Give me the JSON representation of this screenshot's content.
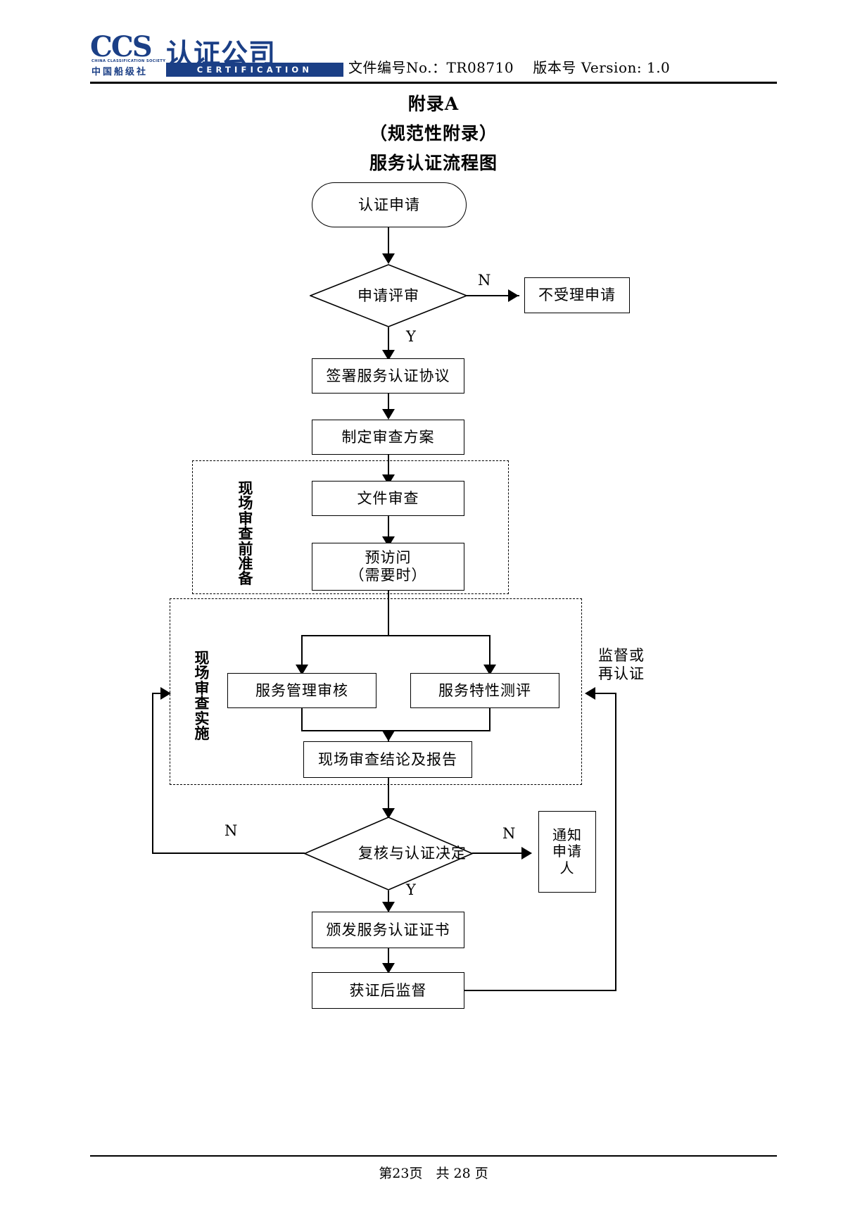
{
  "header": {
    "logo": {
      "mark_text": "CCS",
      "mark_subtitle_en": "CHINA CLASSIFICATION SOCIETY",
      "mark_subtitle_cn": "中国船级社",
      "wordmark_cn": "认证公司",
      "wordmark_en": "CERTIFICATION",
      "brand_color": "#1b3f86",
      "accent_color": "#c8102e"
    },
    "doc_meta": "文件编号No.：TR08710　 版本号 Version: 1.0"
  },
  "titles": {
    "appendix": "附录A",
    "appendix_type": "（规范性附录）",
    "chart_title": "服务认证流程图"
  },
  "flow": {
    "nodes": {
      "apply": "认证申请",
      "review_application": "申请评审",
      "reject": "不受理申请",
      "sign_agreement": "签署服务认证协议",
      "make_plan": "制定审查方案",
      "doc_review": "文件审查",
      "previsit_line1": "预访问",
      "previsit_line2": "（需要时）",
      "service_mgmt_audit": "服务管理审核",
      "service_feature_eval": "服务特性测评",
      "onsite_conclusion": "现场审查结论及报告",
      "decision": "复核与认证决定",
      "notify_applicant": "通知\n申请\n人",
      "notify_l1": "通知",
      "notify_l2": "申请",
      "notify_l3": "人",
      "issue_cert": "颁发服务认证证书",
      "post_cert_supervision": "获证后监督"
    },
    "groups": {
      "pre_onsite": "现场审查前准备",
      "onsite": "现场审查实施"
    },
    "edge_labels": {
      "n_reject": "N",
      "y_sign": "Y",
      "n_decision_left": "N",
      "n_decision_right": "N",
      "y_decision": "Y",
      "resupervise_l1": "监督或",
      "resupervise_l2": "再认证"
    }
  },
  "footer": {
    "page_info": "第23页　共 28 页"
  }
}
